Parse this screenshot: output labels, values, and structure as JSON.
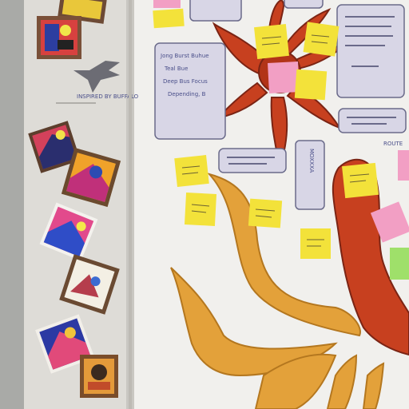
{
  "board": {
    "left_card_lines": [
      "Jong Burst Buhue",
      "Teal Bue",
      "Deep Bus Focus",
      "Depending, B"
    ],
    "star_caption": "INSPIRED BY BUFFALO",
    "vertical_card": "MOXXXA",
    "right_card_label": "ROUTE"
  },
  "colors": {
    "wall_left": "#dcdad5",
    "wall_right": "#f0efec",
    "flower_red": "#c23a1e",
    "flame_orange": "#e6a43a",
    "sticky_yellow": "#f3e23a",
    "sticky_pink": "#f29fc4",
    "sticky_green": "#9fe06a",
    "card_lavender": "#d7d5e6"
  }
}
